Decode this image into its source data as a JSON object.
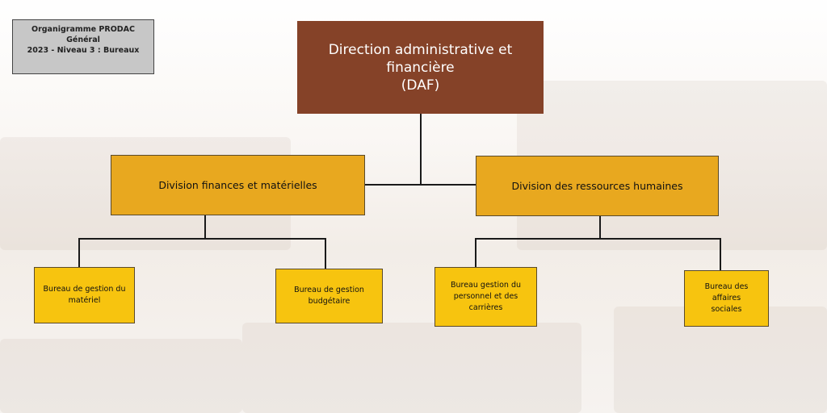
{
  "header": {
    "line1": "Organigramme PRODAC",
    "line2": "Général",
    "line3": "2023 - Niveau 3 : Bureaux"
  },
  "root": {
    "line1": "Direction administrative et",
    "line2": "financière",
    "line3": "(DAF)"
  },
  "divisions": [
    {
      "label": "Division finances et matérielles"
    },
    {
      "label": "Division des ressources humaines"
    }
  ],
  "bureaus": [
    {
      "line1": "Bureau de gestion du",
      "line2": "matériel"
    },
    {
      "line1": "Bureau de gestion",
      "line2": "budgétaire"
    },
    {
      "line1": "Bureau gestion du",
      "line2": "personnel et des",
      "line3": "carrières"
    },
    {
      "line1": "Bureau des affaires",
      "line2": "sociales"
    }
  ],
  "colors": {
    "root_fill": "#854228",
    "division_fill": "#e8a81f",
    "bureau_fill": "#f7c40f",
    "header_fill": "#c7c7c7"
  }
}
